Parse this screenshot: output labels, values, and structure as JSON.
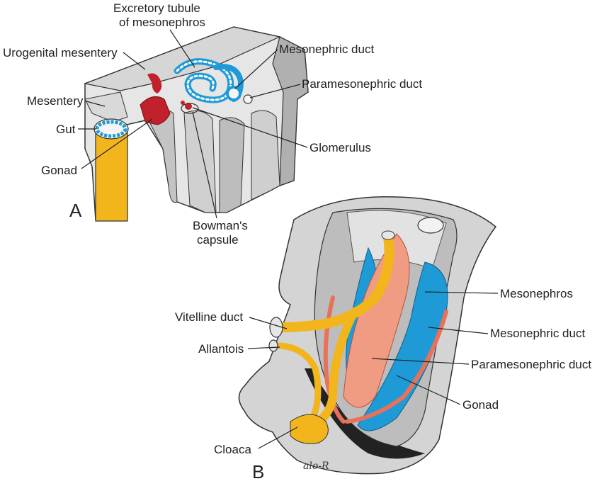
{
  "panel_a": {
    "panel_label": "A",
    "labels": {
      "excretory_tubule_line1": "Excretory tubule",
      "excretory_tubule_line2": "of mesonephros",
      "urogenital_mesentery": "Urogenital mesentery",
      "mesonephric_duct": "Mesonephric duct",
      "paramesonephric_duct": "Paramesonephric duct",
      "mesentery": "Mesentery",
      "gut": "Gut",
      "glomerulus": "Glomerulus",
      "gonad": "Gonad",
      "bowmans_line1": "Bowman's",
      "bowmans_line2": "capsule"
    }
  },
  "panel_b": {
    "panel_label": "B",
    "labels": {
      "mesonephros": "Mesonephros",
      "vitelline_duct": "Vitelline duct",
      "mesonephric_duct": "Mesonephric duct",
      "allantois": "Allantois",
      "paramesonephric_duct": "Paramesonephric duct",
      "gonad": "Gonad",
      "cloaca": "Cloaca"
    },
    "signature": "alo-R"
  },
  "colors": {
    "tissue_gray": "#c8c8c8",
    "tissue_light": "#e6e6e6",
    "tissue_dark": "#8a8a8a",
    "gut_yellow": "#f2b51c",
    "gonad_red": "#c0212b",
    "mesonephros_blue": "#1e9bd7",
    "duct_salmon": "#e8715a",
    "ridge_salmon": "#ef9c83",
    "outline": "#333333"
  }
}
